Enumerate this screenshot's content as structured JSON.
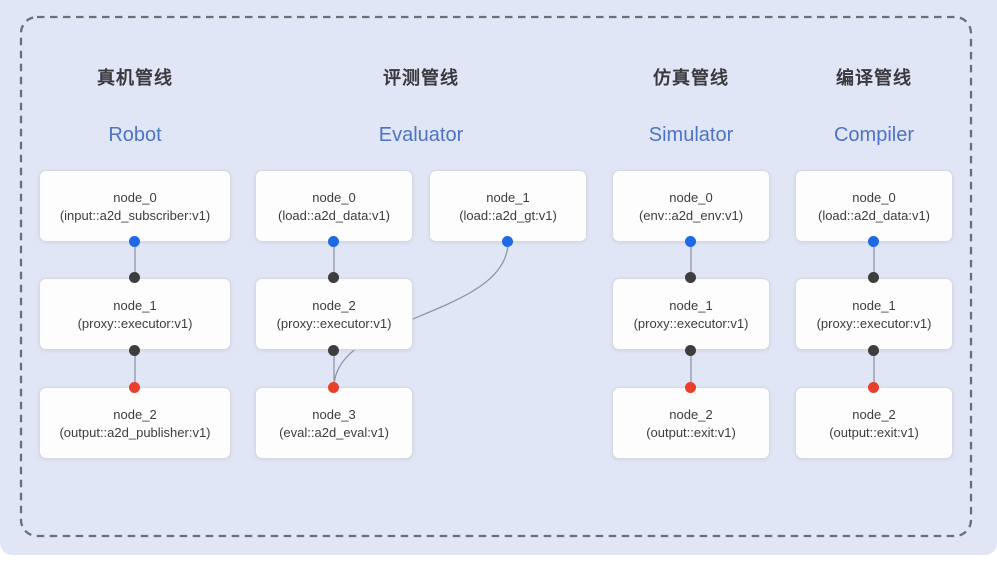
{
  "page": {
    "background_color": "#e0e6f5",
    "dashed_border_color": "#6e6e76",
    "edge_color": "#8d97aa",
    "handle_colors": {
      "source_blue": "#1f68e6",
      "intermediate_dark": "#3e3e3e",
      "target_red": "#ea3e2c"
    },
    "title_en_color": "#4d74c4"
  },
  "pipelines": [
    {
      "title_zh": "真机管线",
      "title_en": "Robot",
      "nodes": [
        {
          "name": "node_0",
          "type": "(input::a2d_subscriber:v1)"
        },
        {
          "name": "node_1",
          "type": "(proxy::executor:v1)"
        },
        {
          "name": "node_2",
          "type": "(output::a2d_publisher:v1)"
        }
      ]
    },
    {
      "title_zh": "评测管线",
      "title_en": "Evaluator",
      "nodes": [
        {
          "name": "node_0",
          "type": "(load::a2d_data:v1)"
        },
        {
          "name": "node_1",
          "type": "(load::a2d_gt:v1)"
        },
        {
          "name": "node_2",
          "type": "(proxy::executor:v1)"
        },
        {
          "name": "node_3",
          "type": "(eval::a2d_eval:v1)"
        }
      ]
    },
    {
      "title_zh": "仿真管线",
      "title_en": "Simulator",
      "nodes": [
        {
          "name": "node_0",
          "type": "(env::a2d_env:v1)"
        },
        {
          "name": "node_1",
          "type": "(proxy::executor:v1)"
        },
        {
          "name": "node_2",
          "type": "(output::exit:v1)"
        }
      ]
    },
    {
      "title_zh": "编译管线",
      "title_en": "Compiler",
      "nodes": [
        {
          "name": "node_0",
          "type": "(load::a2d_data:v1)"
        },
        {
          "name": "node_1",
          "type": "(proxy::executor:v1)"
        },
        {
          "name": "node_2",
          "type": "(output::exit:v1)"
        }
      ]
    }
  ]
}
